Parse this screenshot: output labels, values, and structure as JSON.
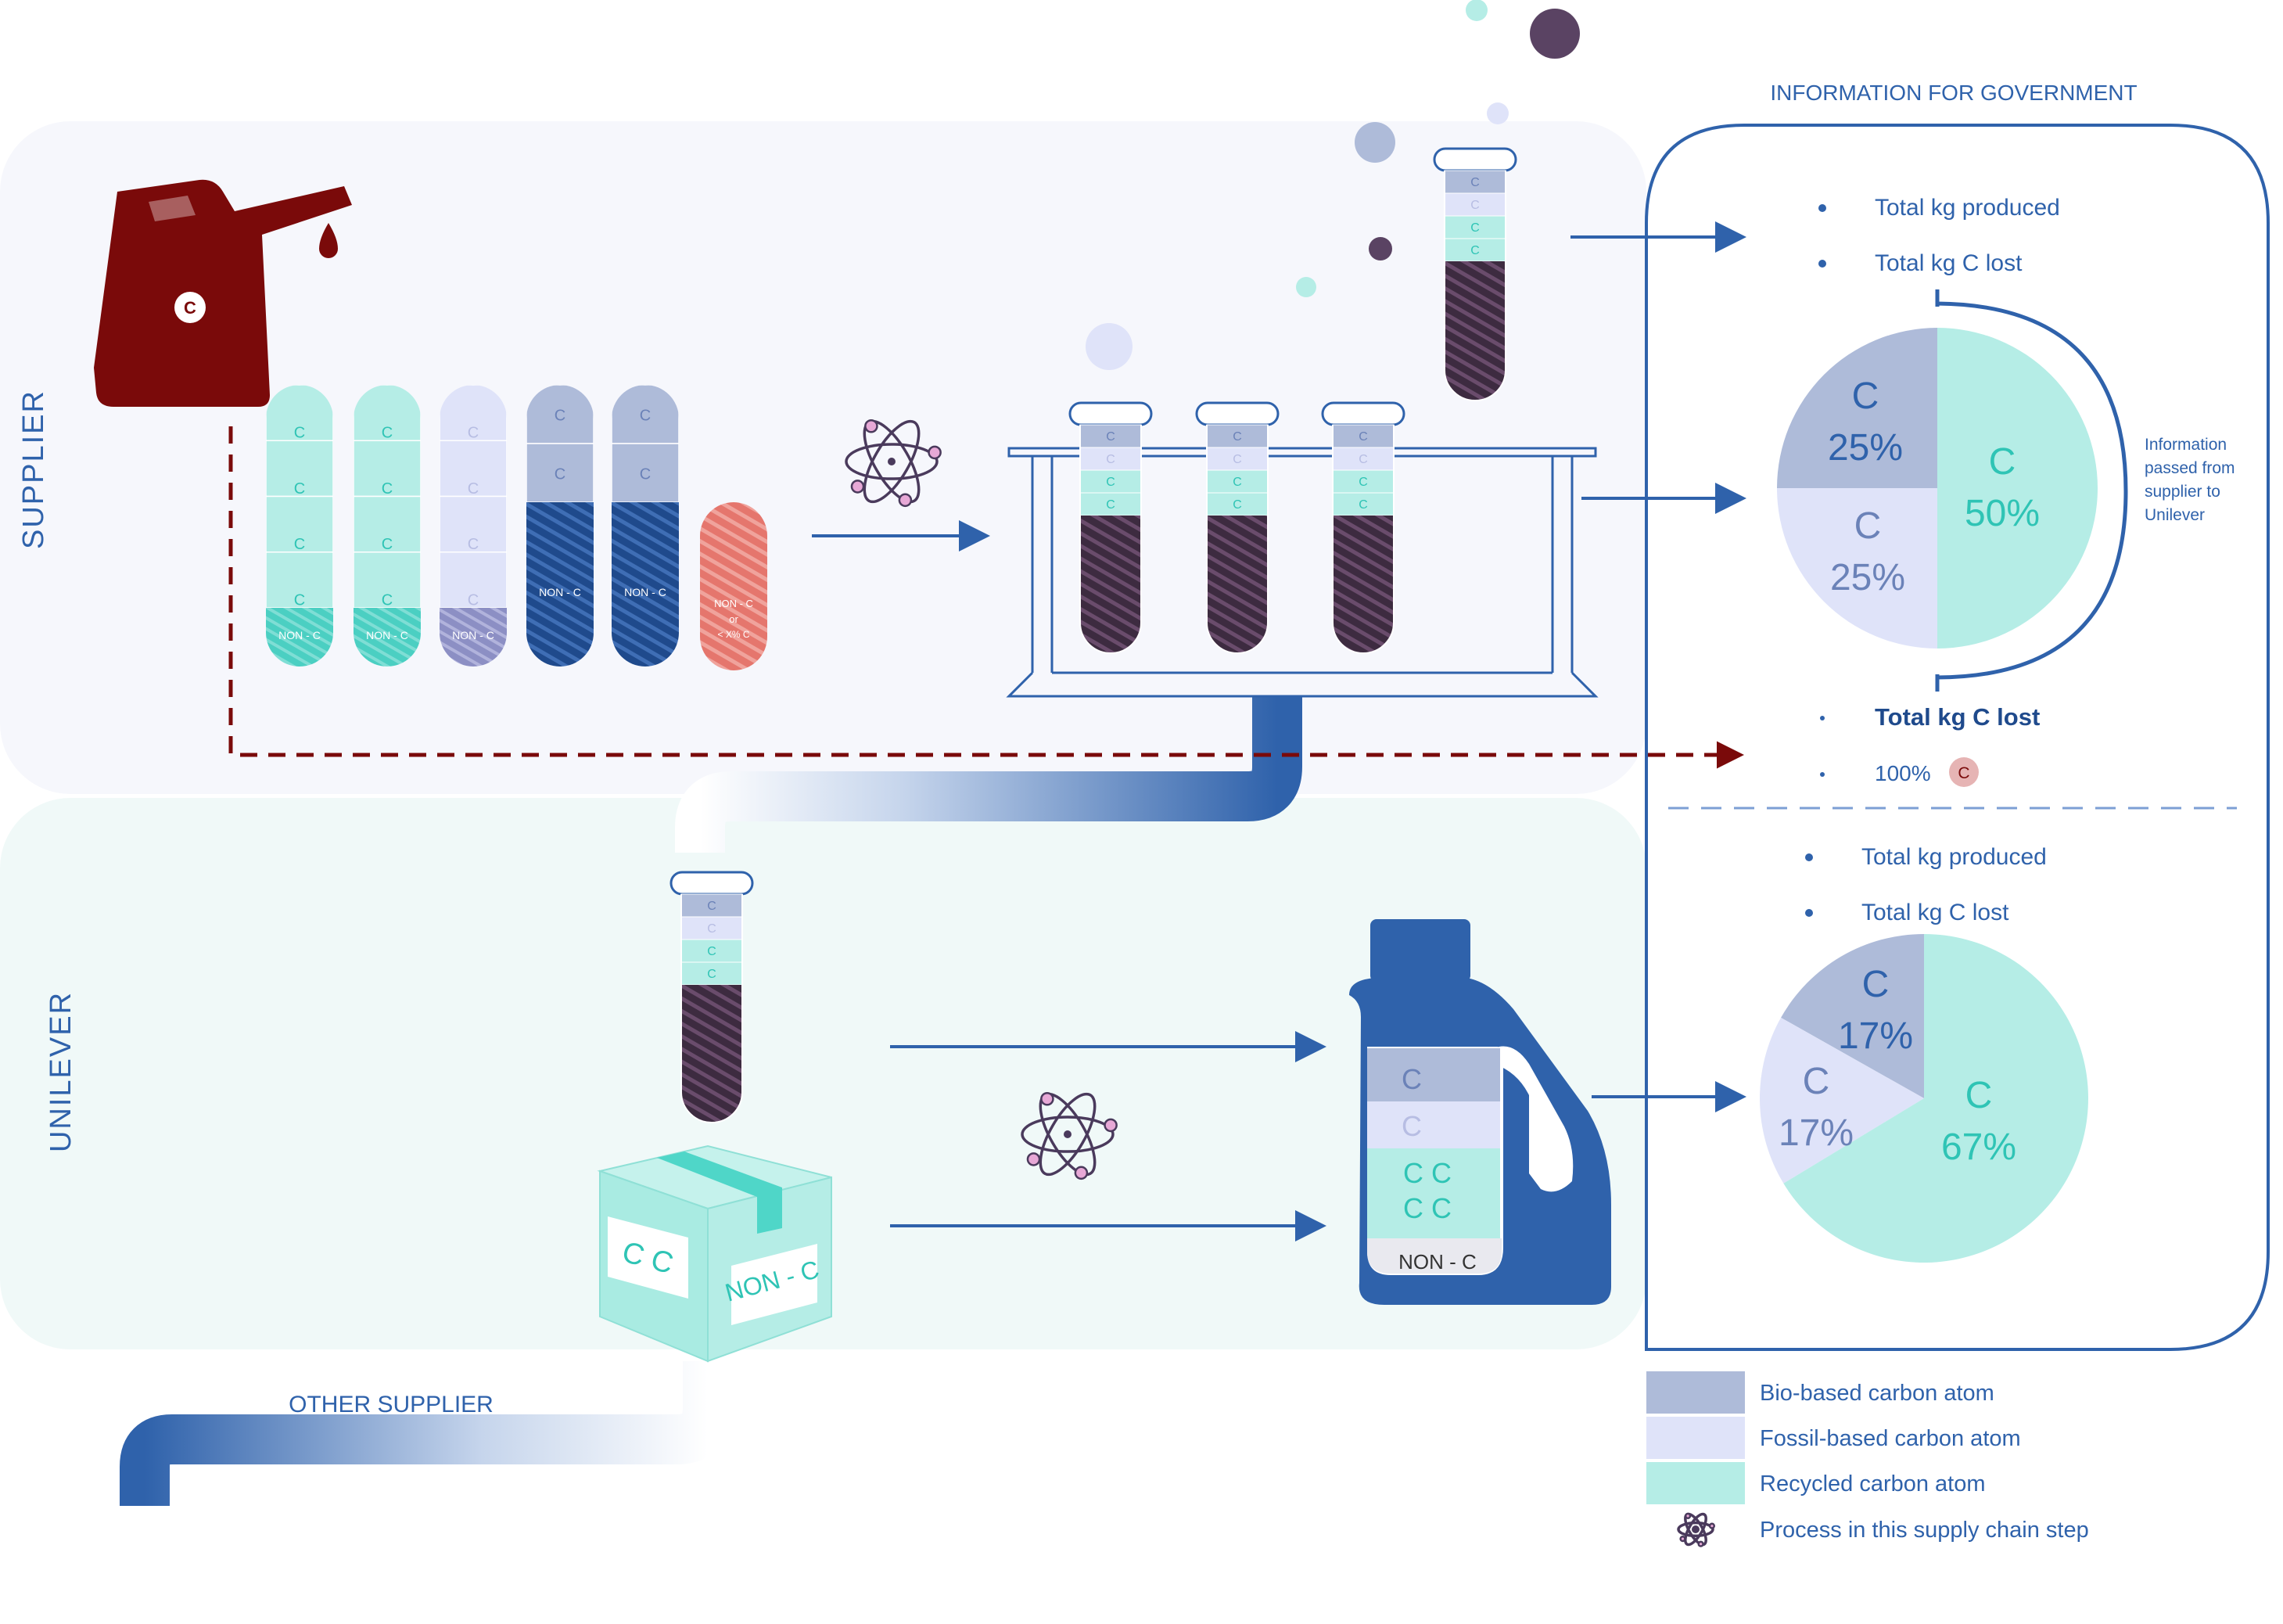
{
  "colors": {
    "bio": "#aebbd9",
    "fossil": "#dfe3f9",
    "recycled": "#b5ede6",
    "navy": "#2f62ab",
    "darkred": "#7a0a0a",
    "liquid": "#3d2b40",
    "salmon": "#e5766d",
    "supplier_bg": "#f6f7fc",
    "unilever_bg": "#f0f9f8"
  },
  "sections": {
    "supplier": "SUPPLIER",
    "unilever": "UNILEVER",
    "other_supplier": "OTHER SUPPLIER"
  },
  "gov_panel": {
    "title": "INFORMATION FOR GOVERNMENT",
    "top_items": [
      "Total kg produced",
      "Total kg C lost"
    ],
    "bracket_note": [
      "Information",
      "passed from",
      "supplier to",
      "Unilever"
    ],
    "lost_items": [
      "Total kg C lost",
      "100%"
    ],
    "bottom_items": [
      "Total kg produced",
      "Total kg C lost"
    ]
  },
  "chart_data": [
    {
      "type": "pie",
      "slices": [
        {
          "label": "C",
          "value": 25,
          "value_text": "25%",
          "kind": "bio"
        },
        {
          "label": "C",
          "value": 25,
          "value_text": "25%",
          "kind": "fossil"
        },
        {
          "label": "C",
          "value": 50,
          "value_text": "50%",
          "kind": "recycled"
        }
      ]
    },
    {
      "type": "pie",
      "slices": [
        {
          "label": "C",
          "value": 17,
          "value_text": "17%",
          "kind": "bio"
        },
        {
          "label": "C",
          "value": 17,
          "value_text": "17%",
          "kind": "fossil"
        },
        {
          "label": "C",
          "value": 67,
          "value_text": "67%",
          "kind": "recycled"
        }
      ]
    }
  ],
  "capsules": [
    {
      "segments": [
        {
          "kind": "recycled",
          "label": "C"
        },
        {
          "kind": "recycled",
          "label": "C"
        },
        {
          "kind": "recycled",
          "label": "C"
        },
        {
          "kind": "recycled",
          "label": "C"
        }
      ],
      "bottom": "NON - C",
      "bottom_color": "#4bcfc2"
    },
    {
      "segments": [
        {
          "kind": "recycled",
          "label": "C"
        },
        {
          "kind": "recycled",
          "label": "C"
        },
        {
          "kind": "recycled",
          "label": "C"
        },
        {
          "kind": "recycled",
          "label": "C"
        }
      ],
      "bottom": "NON - C",
      "bottom_color": "#4bcfc2"
    },
    {
      "segments": [
        {
          "kind": "fossil",
          "label": "C"
        },
        {
          "kind": "fossil",
          "label": "C"
        },
        {
          "kind": "fossil",
          "label": "C"
        },
        {
          "kind": "fossil",
          "label": "C"
        }
      ],
      "bottom": "NON - C",
      "bottom_color": "#8c8fc4"
    },
    {
      "segments": [
        {
          "kind": "bio",
          "label": "C"
        },
        {
          "kind": "bio",
          "label": "C"
        }
      ],
      "bottom": "NON - C",
      "bottom_color": "#1f4a8c"
    },
    {
      "segments": [
        {
          "kind": "bio",
          "label": "C"
        },
        {
          "kind": "bio",
          "label": "C"
        }
      ],
      "bottom": "NON - C",
      "bottom_color": "#1f4a8c"
    }
  ],
  "salmon_capsule": [
    "NON - C",
    "or",
    "< X% C"
  ],
  "tube_labels": [
    "C",
    "C",
    "C",
    "C"
  ],
  "jerrycan_label": "C",
  "bottle": {
    "rows": [
      "C",
      "C",
      "C  C",
      "C  C"
    ],
    "bottom": "NON - C"
  },
  "box": {
    "side_a": "C  C",
    "side_b": "NON - C"
  },
  "legend": [
    {
      "kind": "bio",
      "label": "Bio-based carbon atom"
    },
    {
      "kind": "fossil",
      "label": "Fossil-based carbon atom"
    },
    {
      "kind": "recycled",
      "label": "Recycled carbon atom"
    },
    {
      "kind": "process",
      "label": "Process in this supply chain step"
    }
  ]
}
